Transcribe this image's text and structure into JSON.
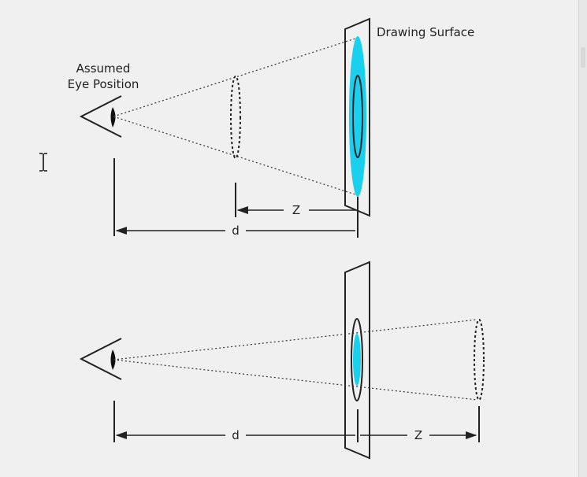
{
  "labels": {
    "eye_position_line1": "Assumed",
    "eye_position_line2": "Eye Position",
    "drawing_surface": "Drawing Surface",
    "z_top": "Z",
    "d_top": "d",
    "d_bottom": "d",
    "z_bottom": "Z"
  },
  "colors": {
    "background": "#f0f0f0",
    "line": "#222222",
    "projection_fill": "#19d0ee"
  },
  "icons": {
    "eye": "eye-icon",
    "cursor": "text-cursor-icon"
  }
}
